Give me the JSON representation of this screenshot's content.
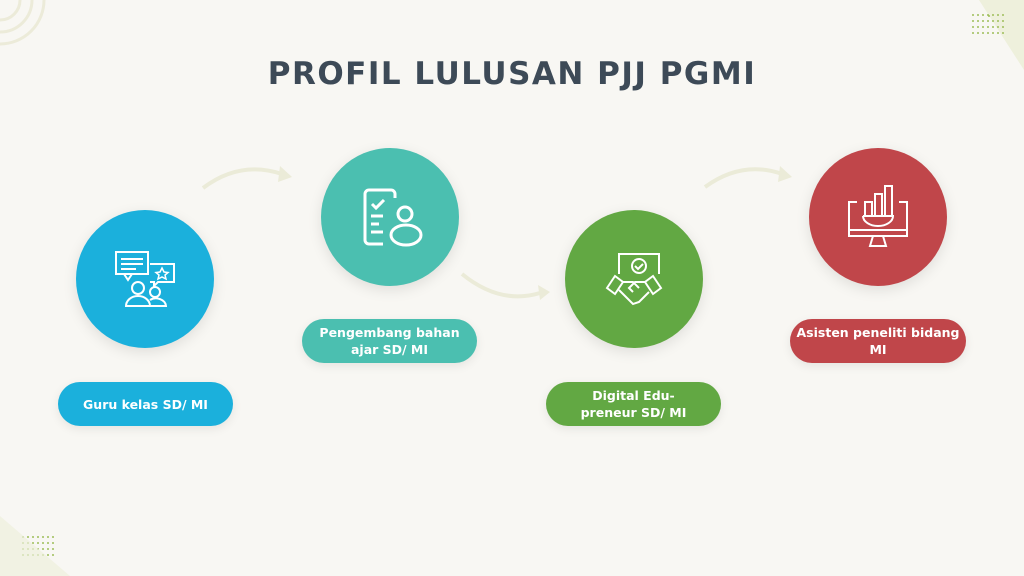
{
  "title": "PROFIL LULUSAN PJJ PGMI",
  "steps": [
    {
      "label": "Guru kelas SD/ MI",
      "color": "#1bb0dc",
      "icon": "teacher-discussion-icon"
    },
    {
      "label": "Pengembang bahan ajar SD/ MI",
      "color": "#4bbfb0",
      "icon": "checklist-user-icon"
    },
    {
      "label": "Digital Edu-preneur SD/ MI",
      "color": "#62a843",
      "icon": "handshake-approval-icon"
    },
    {
      "label": "Asisten peneliti bidang MI",
      "color": "#c0464a",
      "icon": "monitor-chart-gear-icon"
    }
  ],
  "arrow_color": "#ebebd8"
}
